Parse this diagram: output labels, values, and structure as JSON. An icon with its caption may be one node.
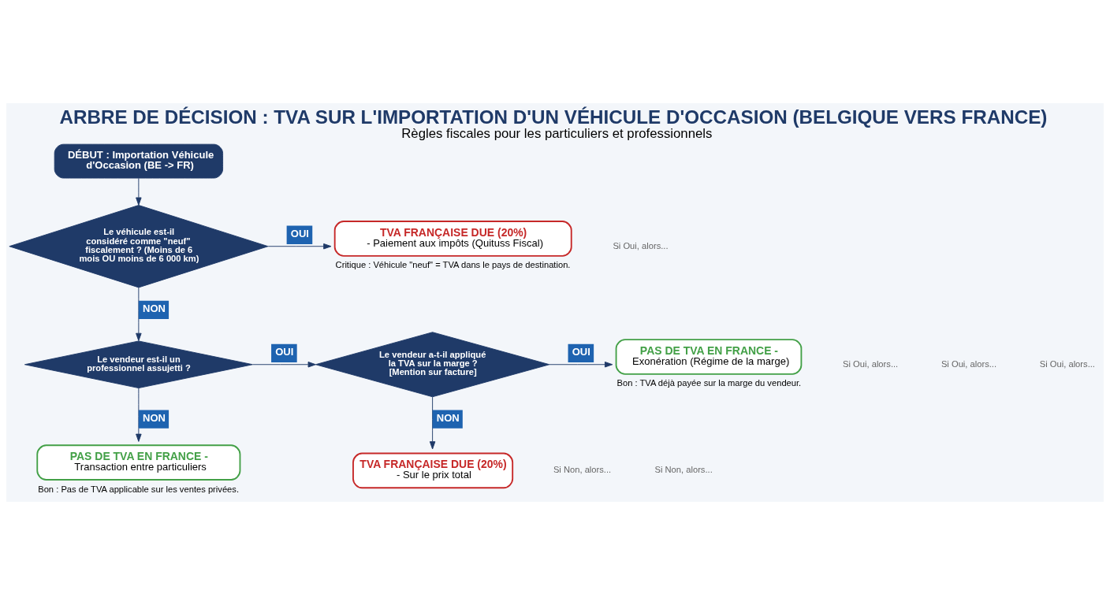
{
  "diagram": {
    "title": "ARBRE DE DÉCISION : TVA SUR L'IMPORTATION D'UN VÉHICULE D'OCCASION (BELGIQUE VERS FRANCE)",
    "caption": "Règles fiscales pour les particuliers et professionnels",
    "nodes": [
      {
        "text": [
          "DÉBUT : Importation Véhicule d'Occasion (BE -> FR)"
        ]
      },
      {
        "text": [
          "Le véhicule est-il considéré comme \"neuf\" fiscalement ? (Moins de 6 mois OU moins de 6 000 km)"
        ]
      },
      {
        "text": [
          "TVA FRANÇAISE DUE (20%)",
          "- Paiement aux impôts (Quituss Fiscal)"
        ],
        "beside": [
          "Critique : Véhicule \"neuf\" = TVA dans le pays de destination."
        ]
      },
      {
        "text": [
          "Le vendeur est-il un professionnel assujetti ?"
        ]
      },
      {
        "text": [
          "Le vendeur a-t-il appliqué la TVA sur la marge ? [Mention sur facture]"
        ]
      },
      {
        "text": [
          "PAS DE TVA EN FRANCE -",
          "Exonération (Régime de la marge)"
        ],
        "beside": [
          "Bon : TVA déjà payée sur la marge du vendeur."
        ]
      },
      {
        "text": [
          "PAS DE TVA EN FRANCE -",
          "Transaction entre particuliers"
        ],
        "beside": [
          "Bon : Pas de TVA applicable sur les ventes privées."
        ]
      },
      {
        "text": [
          "TVA FRANÇAISE DUE (20%)",
          "- Sur le prix total"
        ]
      }
    ],
    "edges": [
      {
        "from": 0,
        "to": 1,
        "arrow": "to"
      },
      {
        "from": 1,
        "to": 2,
        "arrow": "to",
        "label": "OUI"
      },
      {
        "from": 1,
        "to": 3,
        "arrow": "to",
        "label": "NON"
      },
      {
        "from": 3,
        "to": 4,
        "arrow": "to",
        "label": "OUI"
      },
      {
        "from": 4,
        "to": 5,
        "arrow": "to",
        "label": "OUI"
      },
      {
        "from": 3,
        "to": 6,
        "arrow": "to",
        "label": "NON"
      },
      {
        "from": 4,
        "to": 7,
        "arrow": "to",
        "label": "NON"
      }
    ],
    "labels": [
      "Si Oui, alors...",
      "Si Oui, alors...",
      "Si Oui, alors...",
      "Si Oui, alors...",
      "Si Non, alors...",
      "Si Non, alors..."
    ]
  }
}
